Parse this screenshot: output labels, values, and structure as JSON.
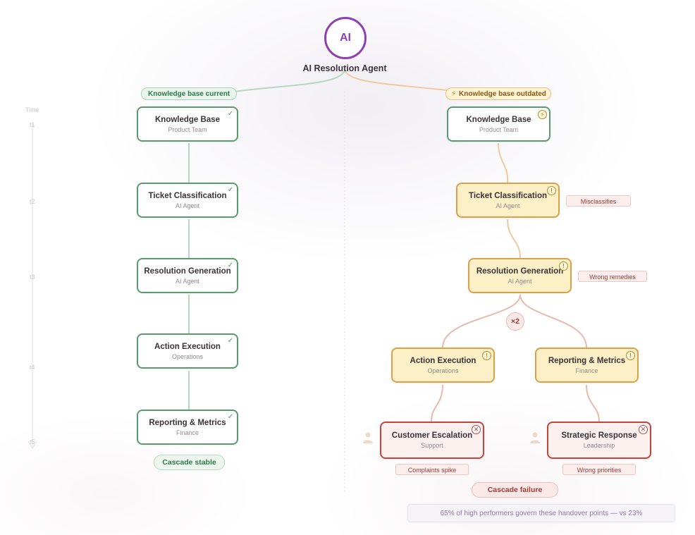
{
  "agent": {
    "badge": "AI",
    "title": "AI Resolution Agent"
  },
  "timeline": {
    "label": "Time",
    "ticks": [
      "t1",
      "t2",
      "t3",
      "t4",
      "t5"
    ]
  },
  "left": {
    "banner": "Knowledge base current",
    "nodes": [
      {
        "title": "Knowledge Base",
        "subtitle": "Product Team",
        "status": "ok"
      },
      {
        "title": "Ticket Classification",
        "subtitle": "AI Agent",
        "status": "ok"
      },
      {
        "title": "Resolution Generation",
        "subtitle": "AI Agent",
        "status": "ok"
      },
      {
        "title": "Action Execution",
        "subtitle": "Operations",
        "status": "ok"
      },
      {
        "title": "Reporting & Metrics",
        "subtitle": "Finance",
        "status": "ok"
      }
    ],
    "outcome": "Cascade stable"
  },
  "right": {
    "banner": "Knowledge base outdated",
    "banner_icon": "lightning-icon",
    "nodes": [
      {
        "title": "Knowledge Base",
        "subtitle": "Product Team",
        "status": "source"
      },
      {
        "title": "Ticket Classification",
        "subtitle": "AI Agent",
        "status": "warning",
        "issue": "Misclassifies"
      },
      {
        "title": "Resolution Generation",
        "subtitle": "AI Agent",
        "status": "warning",
        "issue": "Wrong remedies"
      },
      {
        "title": "Action Execution",
        "subtitle": "Operations",
        "status": "warning"
      },
      {
        "title": "Reporting & Metrics",
        "subtitle": "Finance",
        "status": "warning"
      },
      {
        "title": "Customer Escalation",
        "subtitle": "Support",
        "status": "failure",
        "issue": "Complaints spike"
      },
      {
        "title": "Strategic Response",
        "subtitle": "Leadership",
        "status": "failure",
        "issue": "Wrong priorities"
      }
    ],
    "multiplier": "×2",
    "outcome": "Cascade failure"
  },
  "stat_note": "65% of high performers govern these handover points — vs 23%",
  "colors": {
    "agent": "#8e3fb3",
    "ok": "#5a9a6f",
    "warning": "#d9a14a",
    "warning_fill": "#fdf0c6",
    "failure": "#c0453f"
  }
}
